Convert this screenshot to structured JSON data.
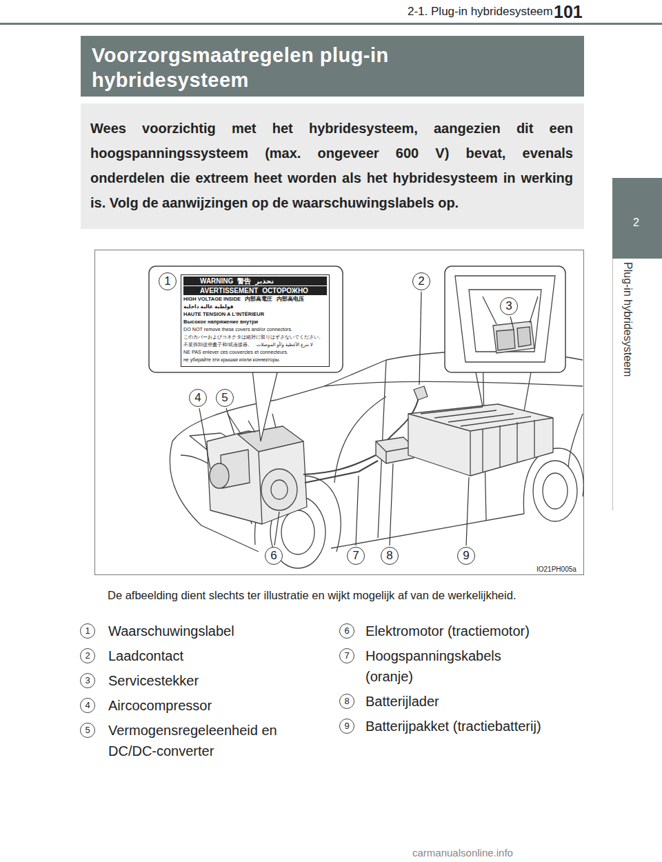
{
  "diagram": {
    "title": "Voorzorgsmaatregelen plug-in hybridesysteem",
    "caption": "De afbeelding dient slechts ter illustratie en wijkt mogelijk af van de werkelijkheid.",
    "nodes": [
      {
        "text": [
          "Wees voorzichtig met het hybridesysteem, aangezien dit een hoogspanningssysteem (max. ongeveer 600 V) bevat, evenals onderdelen die extreem heet worden als het hybridesysteem in werking is. Volg de aanwijzingen op de waarschuwingslabels op."
        ]
      },
      {
        "text": [
          "2",
          "Plug-in hybridesysteem"
        ]
      },
      {
        "text": [
          "WARNING",
          "警告",
          "تحذير",
          "AVERTISSEMENT",
          "ОСТОРОЖНО",
          "HIGH VOLTAGE INSIDE",
          "内部高電圧",
          "内部高电压",
          "فولطية عالية داخلية",
          "HAUTE TENSION A L'INTÉRIEUR",
          "Высокое напряжение внутри",
          "DO NOT remove these covers and/or connectors.",
          "このカバーおよびコネクタは絶対に取りはずさないでください。",
          "不要拆卸这些盖子和/或连接器。",
          "لا تنزع الأغطية و/أو الموصلات",
          "NE PAS enlever ces couvercles et connecteurs.",
          "не убирайте эти крышки и/или коннекторы."
        ]
      }
    ],
    "labels": [
      "2-1. Plug-in hybridesysteem",
      "101",
      "1",
      "2",
      "3",
      "4",
      "5",
      "6",
      "7",
      "8",
      "9",
      "IO21PH005a",
      "1",
      "Waarschuwingslabel",
      "2",
      "Laadcontact",
      "3",
      "Servicestekker",
      "4",
      "Aircocompressor",
      "5",
      "Vermogensregeleenheid en DC/DC-converter",
      "6",
      "Elektromotor (tractiemotor)",
      "7",
      "Hoogspanningskabels (oranje)",
      "8",
      "Batterijlader",
      "9",
      "Batterijpakket (tractiebatterij)",
      "carmanualsonline.info"
    ]
  }
}
